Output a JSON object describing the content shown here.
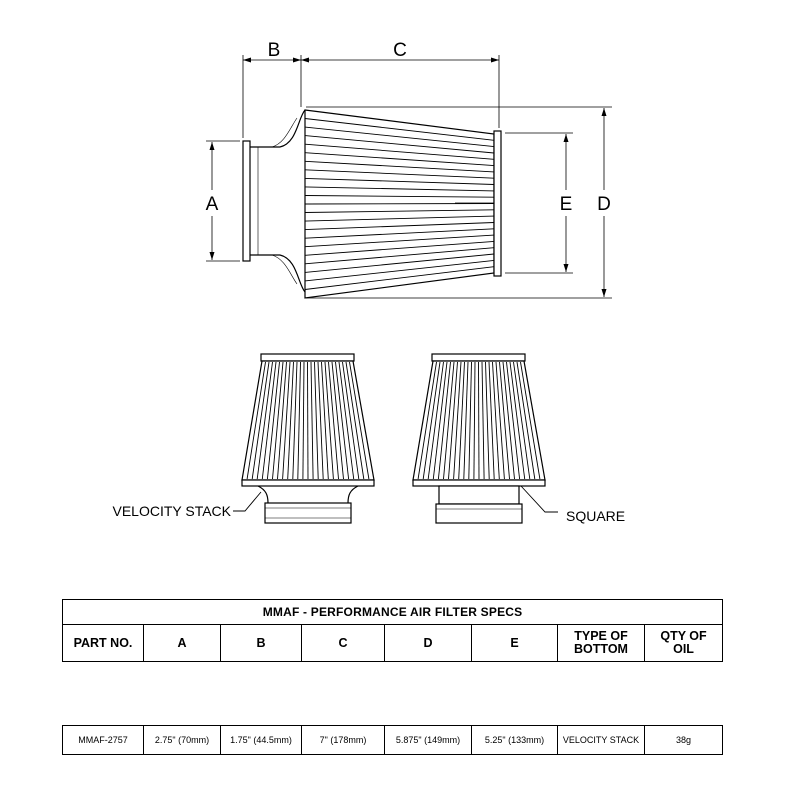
{
  "drawing": {
    "dimension_labels": {
      "a": "A",
      "b": "B",
      "c": "C",
      "d": "D",
      "e": "E"
    },
    "callouts": {
      "velocity": "VELOCITY STACK",
      "square": "SQUARE"
    }
  },
  "table": {
    "title": "MMAF - PERFORMANCE AIR FILTER SPECS",
    "headers": [
      "PART NO.",
      "A",
      "B",
      "C",
      "D",
      "E",
      "TYPE OF BOTTOM",
      "QTY OF OIL"
    ],
    "header_lines": [
      [
        "PART NO."
      ],
      [
        "A"
      ],
      [
        "B"
      ],
      [
        "C"
      ],
      [
        "D"
      ],
      [
        "E"
      ],
      [
        "TYPE OF",
        "BOTTOM"
      ],
      [
        "QTY OF",
        "OIL"
      ]
    ],
    "rows": [
      [
        "MMAF-2757",
        "2.75\" (70mm)",
        "1.75\" (44.5mm)",
        "7\" (178mm)",
        "5.875\" (149mm)",
        "5.25\" (133mm)",
        "VELOCITY STACK",
        "38g"
      ]
    ]
  }
}
